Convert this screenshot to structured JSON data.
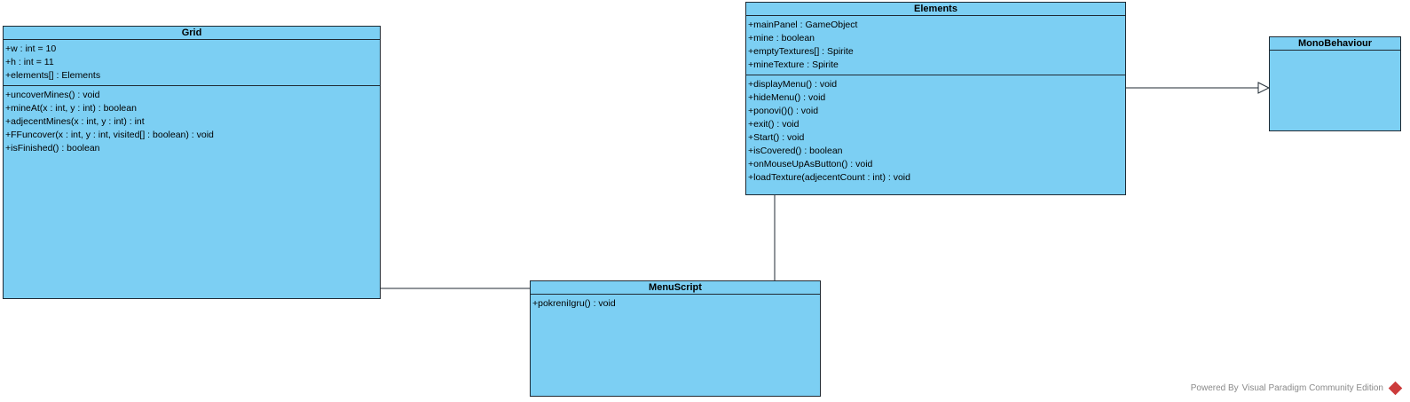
{
  "classes": {
    "grid": {
      "name": "Grid",
      "attributes": [
        "+w : int = 10",
        "+h : int = 11",
        "+elements[] : Elements"
      ],
      "operations": [
        "+uncoverMines() : void",
        "+mineAt(x : int, y : int) : boolean",
        "+adjecentMines(x : int, y : int) : int",
        "+FFuncover(x : int, y : int, visited[] : boolean) : void",
        "+isFinished() : boolean"
      ]
    },
    "elements": {
      "name": "Elements",
      "attributes": [
        "+mainPanel : GameObject",
        "+mine : boolean",
        "+emptyTextures[] : Spirite",
        "+mineTexture : Spirite"
      ],
      "operations": [
        "+displayMenu() : void",
        "+hideMenu() : void",
        "+ponovi()() : void",
        "+exit() : void",
        "+Start() : void",
        "+isCovered() : boolean",
        "+onMouseUpAsButton() : void",
        "+loadTexture(adjecentCount : int) : void"
      ]
    },
    "monobehaviour": {
      "name": "MonoBehaviour",
      "attributes": [],
      "operations": []
    },
    "menuscript": {
      "name": "MenuScript",
      "attributes": [],
      "operations": [
        "+pokreniIgru() : void"
      ]
    }
  },
  "relationships": [
    {
      "type": "association",
      "from": "Grid",
      "to": "MenuScript"
    },
    {
      "type": "association",
      "from": "Elements",
      "to": "MenuScript"
    },
    {
      "type": "generalization",
      "from": "Elements",
      "to": "MonoBehaviour"
    }
  ],
  "watermark": {
    "powered_by": "Powered By",
    "product": "Visual Paradigm Community Edition"
  },
  "colors": {
    "class_fill": "#7ccff3",
    "class_border": "#1f2a33",
    "connector": "#1f2a33",
    "watermark_logo": "#cc3b3b"
  }
}
